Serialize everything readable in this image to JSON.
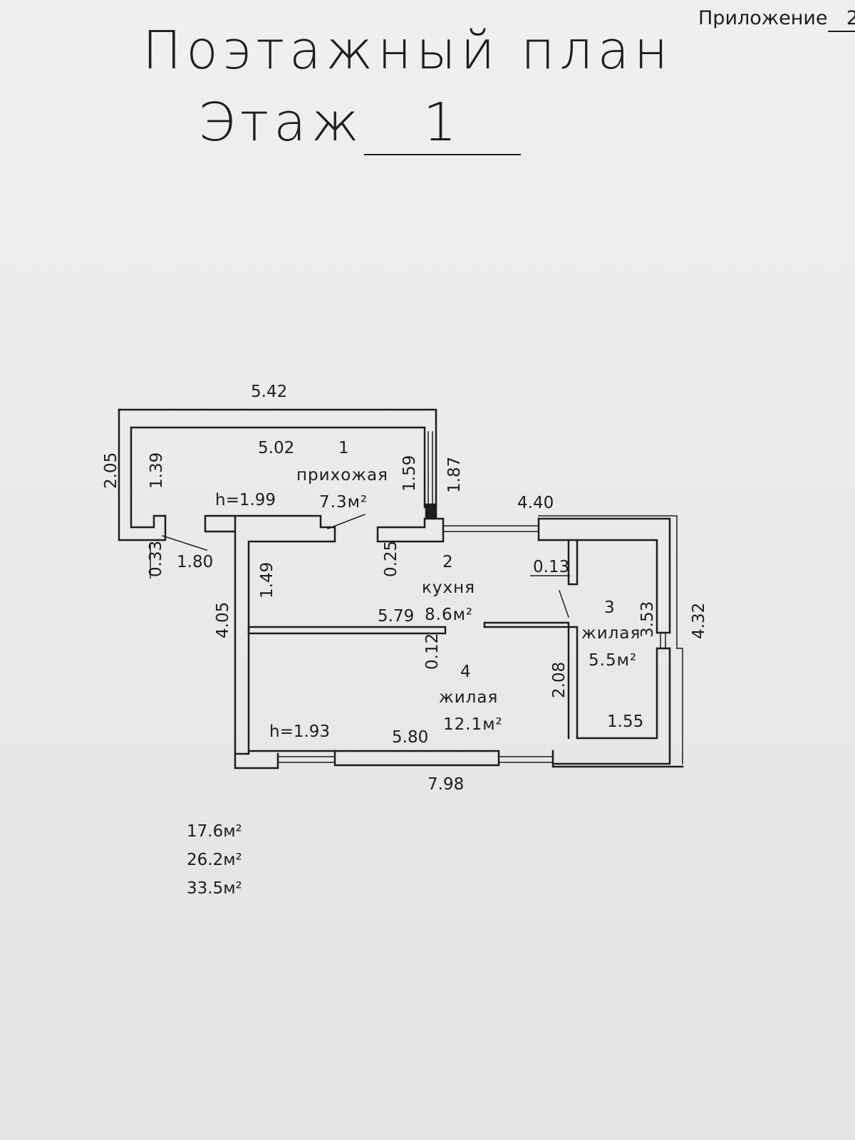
{
  "header": {
    "appendix_label": "Приложение",
    "appendix_number": "2",
    "title": "Поэтажный план",
    "floor_label": "Этаж",
    "floor_number": "1"
  },
  "rooms": [
    {
      "number": "1",
      "name": "прихожая",
      "area": "7.3м²"
    },
    {
      "number": "2",
      "name": "кухня",
      "area": "8.6м²"
    },
    {
      "number": "3",
      "name": "жилая",
      "area": "5.5м²"
    },
    {
      "number": "4",
      "name": "жилая",
      "area": "12.1м²"
    }
  ],
  "dimensions": {
    "d542": "5.42",
    "d502": "5.02",
    "d205": "2.05",
    "d139": "1.39",
    "d159": "1.59",
    "d187": "1.87",
    "d033": "0.33",
    "d180": "1.80",
    "h199": "h=1.99",
    "d440": "4.40",
    "d025": "0.25",
    "d149": "1.49",
    "d013": "0.13",
    "d353": "3.53",
    "d432": "4.32",
    "d405": "4.05",
    "d579": "5.79",
    "d012": "0.12",
    "d208": "2.08",
    "d155": "1.55",
    "h193": "h=1.93",
    "d580": "5.80",
    "d798": "7.98"
  },
  "totals": [
    "17.6м²",
    "26.2м²",
    "33.5м²"
  ]
}
